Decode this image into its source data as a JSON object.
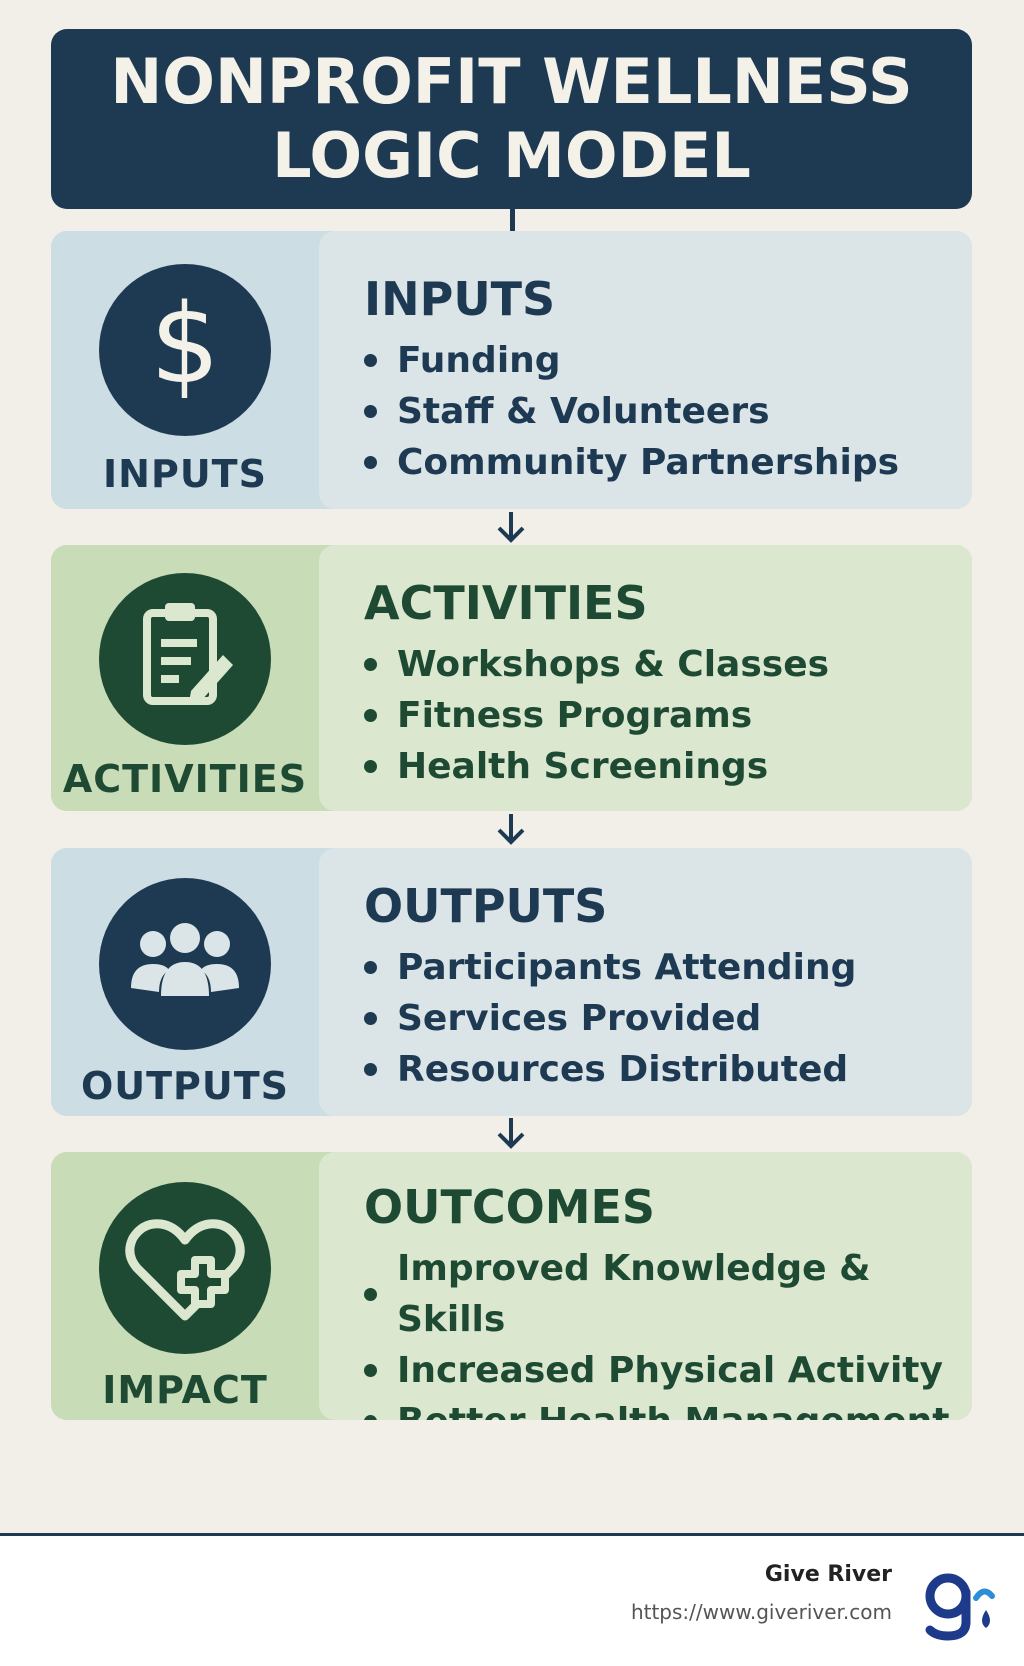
{
  "title": {
    "line1": "NONPROFIT WELLNESS",
    "line2": "LOGIC MODEL"
  },
  "stages": [
    {
      "icon": "dollar-icon",
      "left_label": "INPUTS",
      "heading": "INPUTS",
      "items": [
        "Funding",
        "Staff & Volunteers",
        "Community Partnerships"
      ]
    },
    {
      "icon": "clipboard-icon",
      "left_label": "ACTIVITIES",
      "heading": "ACTIVITIES",
      "items": [
        "Workshops & Classes",
        "Fitness Programs",
        "Health Screenings"
      ]
    },
    {
      "icon": "people-icon",
      "left_label": "OUTPUTS",
      "heading": "OUTPUTS",
      "items": [
        "Participants Attending",
        "Services Provided",
        "Resources Distributed"
      ]
    },
    {
      "icon": "heart-cross-icon",
      "left_label": "IMPACT",
      "heading": "OUTCOMES",
      "items": [
        "Improved Knowledge & Skills",
        "Increased Physical Activity",
        "Better Health Management"
      ]
    }
  ],
  "footer": {
    "brand": "Give River",
    "url": "https://www.giveriver.com"
  },
  "colors": {
    "navy": "#1e3a53",
    "forest": "#1e4a33",
    "cream": "#f1efe7"
  }
}
